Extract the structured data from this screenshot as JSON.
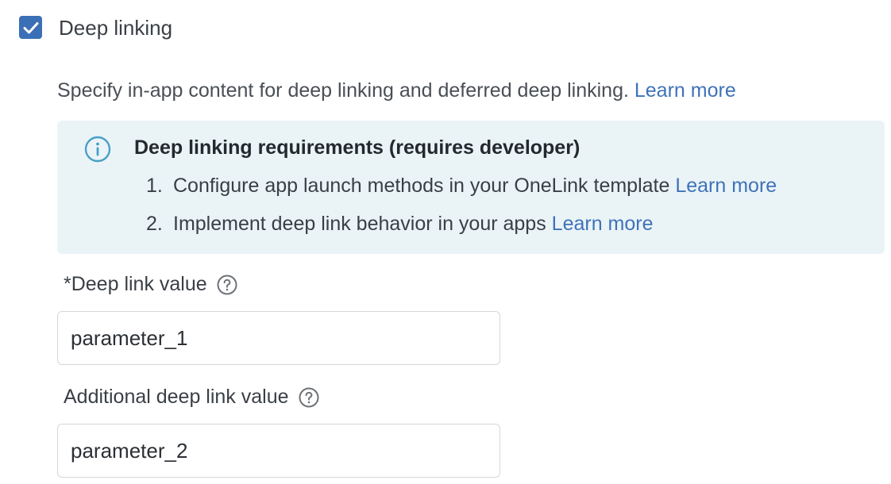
{
  "deep_linking": {
    "checkbox_label": "Deep linking",
    "checked": true,
    "accent_color": "#3b6fb6"
  },
  "description": {
    "text": "Specify in-app content for deep linking and deferred deep linking.",
    "link": "Learn more"
  },
  "requirements": {
    "title": "Deep linking requirements (requires developer)",
    "icon": "info-icon",
    "items": [
      {
        "number": "1.",
        "text": "Configure app launch methods in your OneLink template",
        "link": "Learn more"
      },
      {
        "number": "2.",
        "text": "Implement deep link behavior in your apps",
        "link": "Learn more"
      }
    ]
  },
  "fields": {
    "deep_link_value": {
      "label": "*Deep link value",
      "value": "parameter_1",
      "help_icon": "question-circle-icon"
    },
    "additional_deep_link_value": {
      "label": "Additional deep link value",
      "value": "parameter_2",
      "help_icon": "question-circle-icon"
    }
  }
}
